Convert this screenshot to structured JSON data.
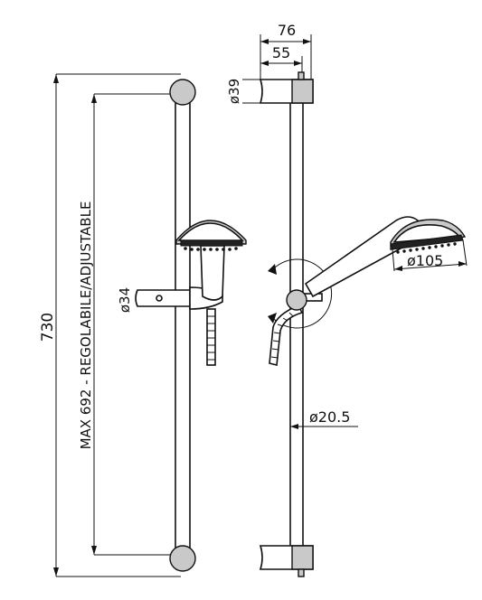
{
  "dimensions": {
    "overall_height": "730",
    "adjustable": "MAX 692 - REGOLABILE/ADJUSTABLE",
    "holder_diameter": "ø34",
    "bracket_diameter": "ø39",
    "projection_total": "76",
    "projection_inner": "55",
    "head_diameter": "ø105",
    "bar_diameter": "ø20.5"
  }
}
